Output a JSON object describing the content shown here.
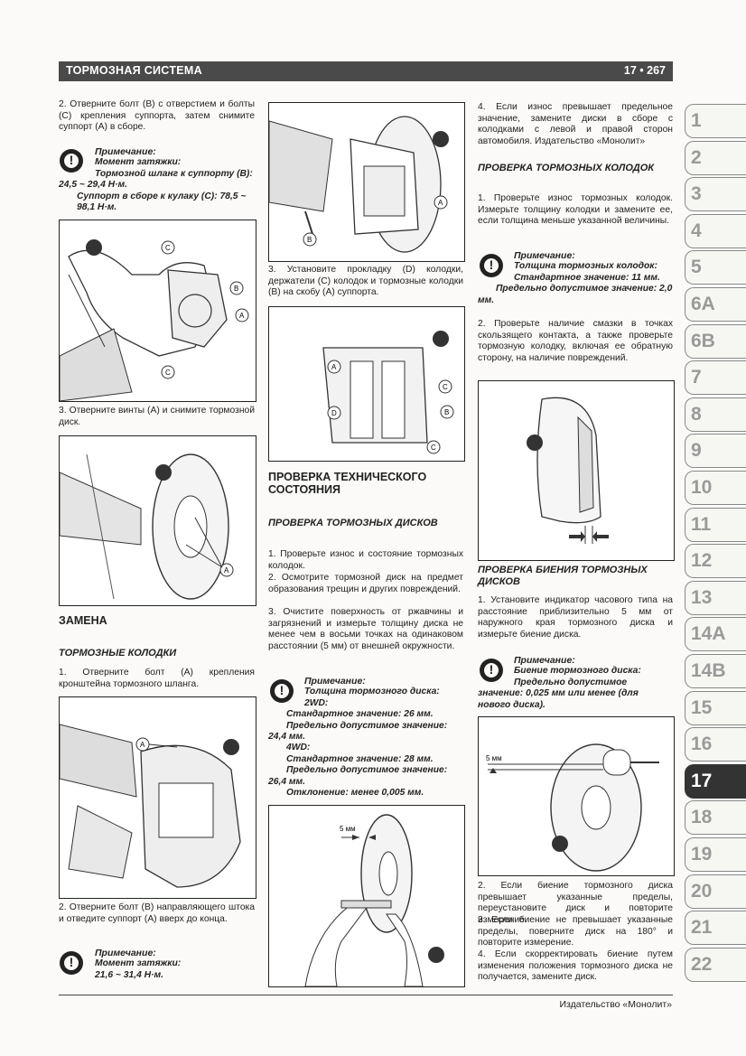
{
  "header": {
    "section_title": "ТОРМОЗНАЯ СИСТЕМА",
    "page_number": "17 • 267"
  },
  "col1": {
    "step2": "2. Отверните болт (B) с отверстием и болты (C) крепления суппорта, затем снимите суппорт (A) в сборе.",
    "note1_label": "Примечание:",
    "note1_l1": "Момент затяжки:",
    "note1_l2": "Тормозной шланг к суппорту (B): 24,5 ~ 29,4 Н·м.",
    "note1_l3": "Суппорт в сборе к кулаку (C): 78,5 ~ 98,1 Н·м.",
    "step3": "3. Отверните винты (A) и снимите тормозной диск.",
    "replace_heading": "ЗАМЕНА",
    "pads_heading": "ТОРМОЗНЫЕ КОЛОДКИ",
    "step1": "1. Отверните болт (A) крепления кронштейна тормозного шланга.",
    "step2b": "2. Отверните болт (B) направляющего штока и отведите суппорт (A) вверх до конца.",
    "note2_label": "Примечание:",
    "note2_l1": "Момент затяжки:",
    "note2_l2": "21,6 ~ 31,4 Н·м."
  },
  "col2": {
    "step3": "3. Установите прокладку (D) колодки, держатели (C) колодок и тормозные колодки (B) на скобу (A) суппорта.",
    "tech_heading": "ПРОВЕРКА ТЕХНИЧЕСКОГО СОСТОЯНИЯ",
    "discs_heading": "ПРОВЕРКА ТОРМОЗНЫХ ДИСКОВ",
    "s1": "1. Проверьте износ и состояние тормозных колодок.",
    "s2": "2. Осмотрите тормозной диск на предмет образования трещин и других повреждений.",
    "s3": "3. Очистите поверхность от ржавчины и загрязнений и измерьте толщину диска не менее чем в восьми точках на одинаковом расстоянии (5 мм) от внешней окружности.",
    "note_label": "Примечание:",
    "note_l1": "Толщина тормозного диска:",
    "note_l2": "2WD:",
    "note_l3": "Стандартное значение: 26 мм.",
    "note_l4": "Предельно допустимое значение: 24,4 мм.",
    "note_l5": "4WD:",
    "note_l6": "Стандартное значение: 28 мм.",
    "note_l7": "Предельно допустимое значение: 26,4 мм.",
    "note_l8": "Отклонение: менее 0,005 мм.",
    "fig_label_5mm": "5 мм"
  },
  "col3": {
    "s4": "4. Если износ превышает предельное значение, замените диски в сборе с колодками с левой и правой сторон автомобиля. Издательство «Монолит»",
    "pads_heading": "ПРОВЕРКА ТОРМОЗНЫХ КОЛОДОК",
    "p1": "1. Проверьте износ тормозных колодок. Измерьте толщину колодки и замените ее, если толщина меньше указанной величины.",
    "note1_label": "Примечание:",
    "note1_l1": "Толщина тормозных колодок:",
    "note1_l2": "Стандартное значение: 11 мм.",
    "note1_l3": "Предельно допустимое значение: 2,0 мм.",
    "p2": "2. Проверьте наличие смазки в точках скользящего контакта, а также проверьте тормозную колодку, включая ее обратную сторону, на наличие повреждений.",
    "runout_heading": "ПРОВЕРКА БИЕНИЯ ТОРМОЗНЫХ ДИСКОВ",
    "r1": "1. Установите индикатор часового типа на расстояние приблизительно 5 мм от наружного края тормозного диска и измерьте биение диска.",
    "note2_label": "Примечание:",
    "note2_l1": "Биение тормозного диска:",
    "note2_l2": "Предельно допустимое значение: 0,025 мм или менее (для нового диска).",
    "r2": "2. Если биение тормозного диска превышает указанные пределы, переустановите диск и повторите измерение.",
    "r3": "3. Если биение не превышает указанные пределы, поверните диск на 180° и повторите измерение.",
    "r4": "4. Если скорректировать биение путем изменения положения тормозного диска не получается, замените диск.",
    "fig_label_5mm": "5 мм"
  },
  "tabs": [
    "1",
    "2",
    "3",
    "4",
    "5",
    "6A",
    "6B",
    "7",
    "8",
    "9",
    "10",
    "11",
    "12",
    "13",
    "14A",
    "14B",
    "15",
    "16",
    "17",
    "18",
    "19",
    "20",
    "21",
    "22"
  ],
  "active_tab": "17",
  "footer": "Издательство «Монолит»",
  "colors": {
    "header_bg": "#4a4a4a",
    "active_tab": "#333333",
    "tab_text": "#9a9a9a"
  }
}
